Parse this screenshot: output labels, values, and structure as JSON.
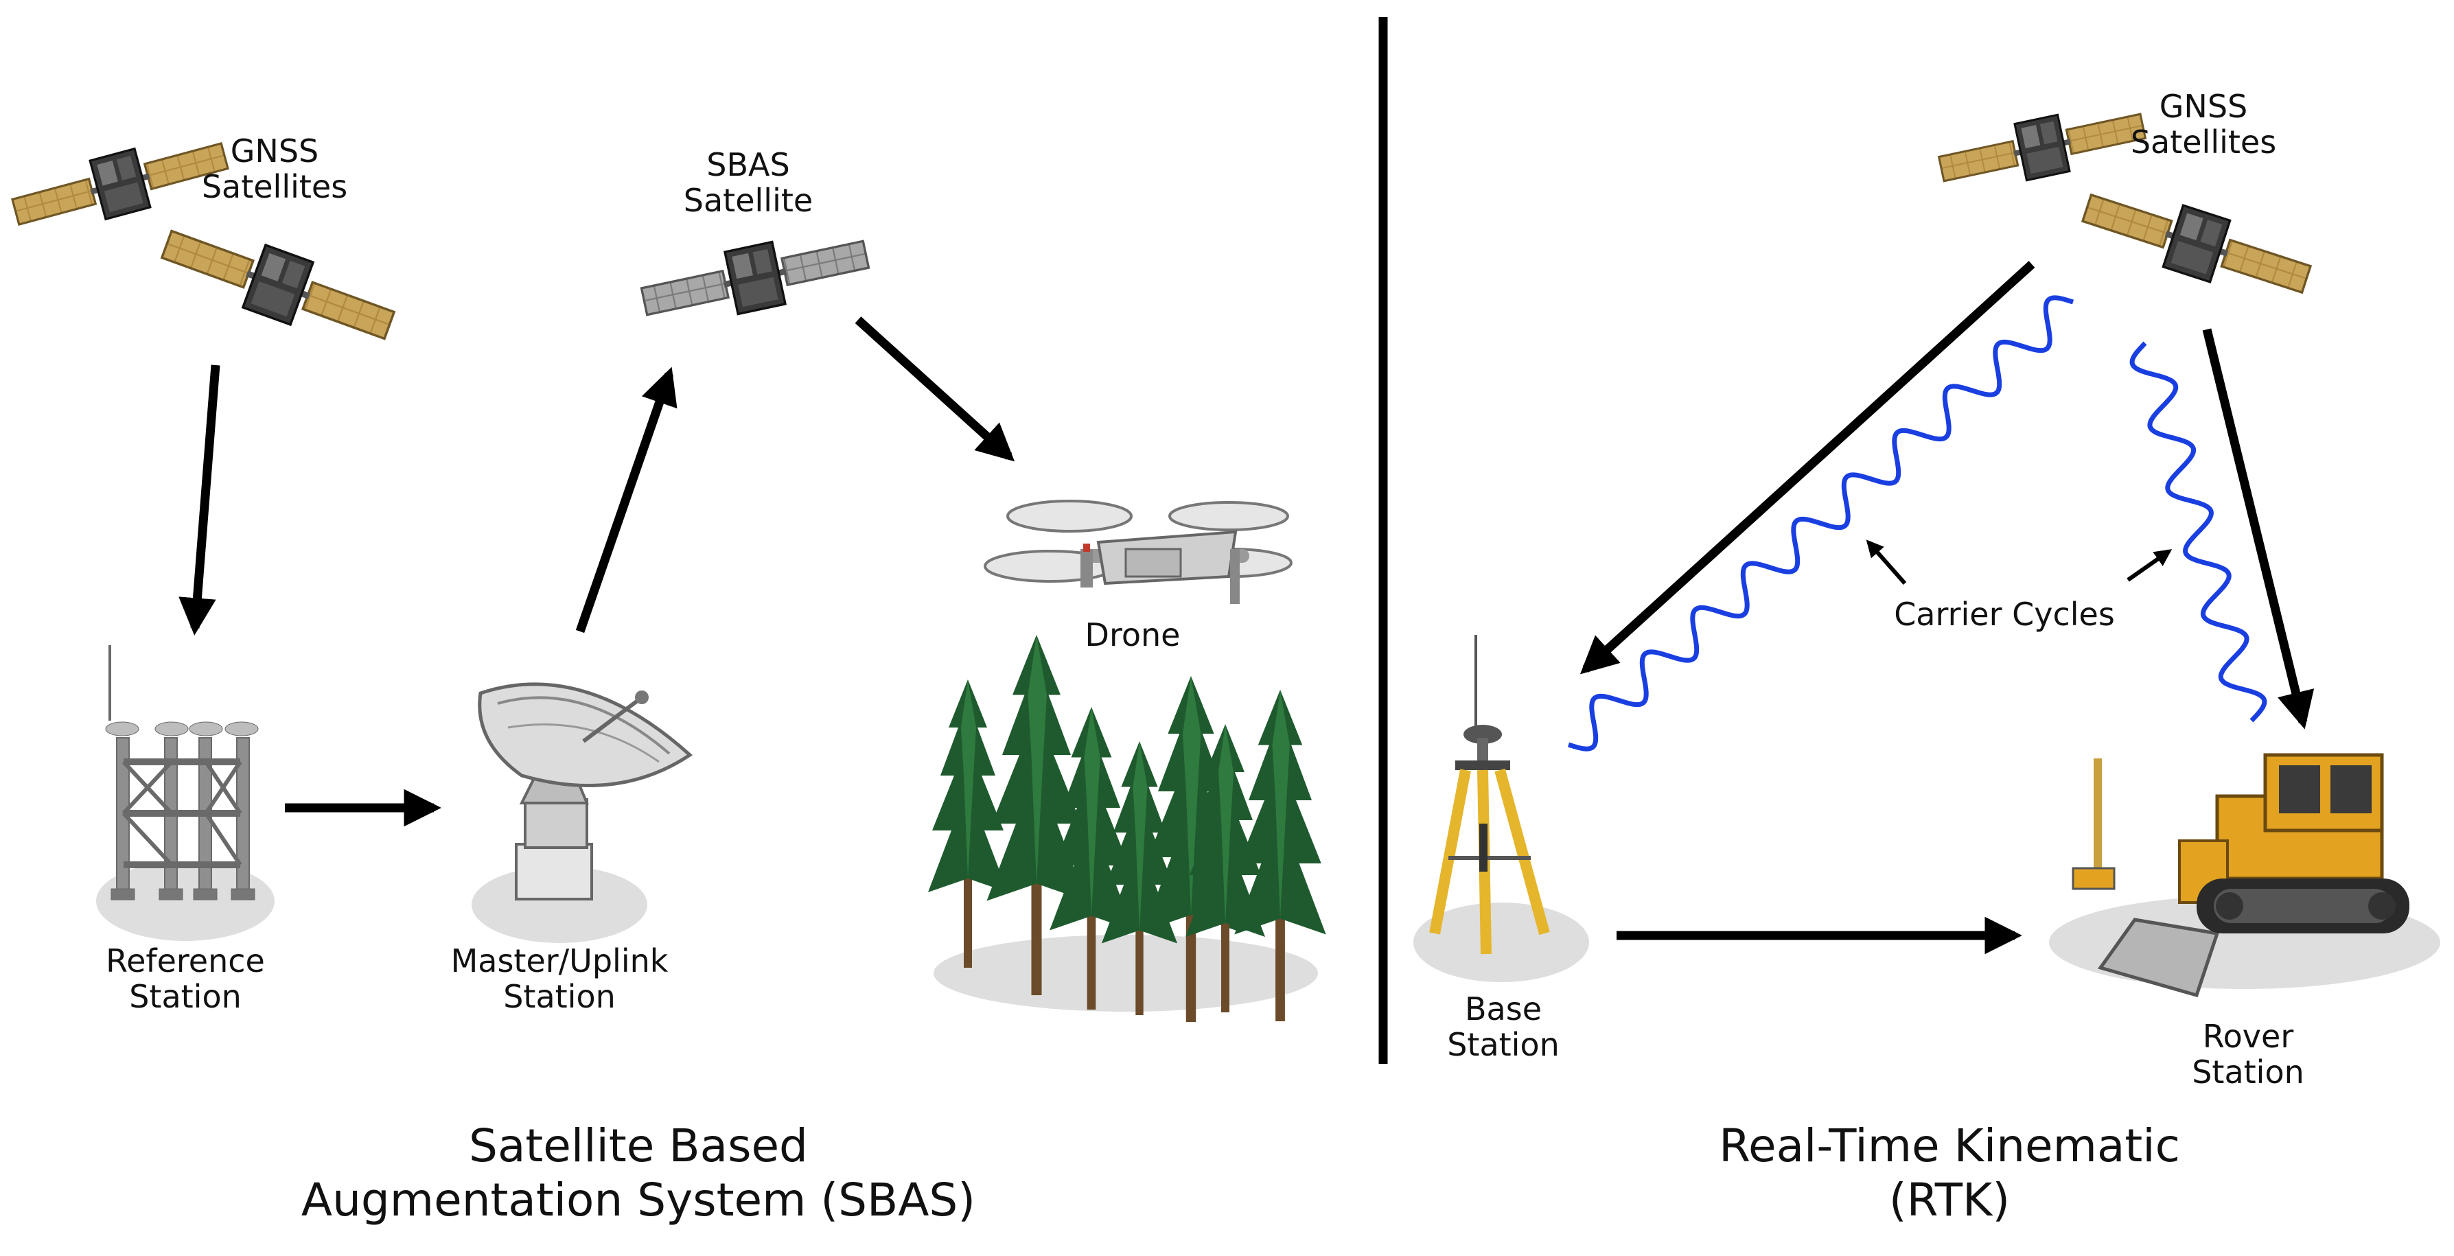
{
  "sbas": {
    "gnss_label": [
      "GNSS",
      "Satellites"
    ],
    "sbas_label": [
      "SBAS",
      "Satellite"
    ],
    "drone_label": [
      "Drone"
    ],
    "reference_label": [
      "Reference",
      "Station"
    ],
    "master_label": [
      "Master/Uplink",
      "Station"
    ],
    "title": [
      "Satellite Based",
      "Augmentation System (SBAS)"
    ]
  },
  "rtk": {
    "gnss_label": [
      "GNSS",
      "Satellites"
    ],
    "carrier_label": "Carrier Cycles",
    "base_label": [
      "Base",
      "Station"
    ],
    "rover_label": [
      "Rover",
      "Station"
    ],
    "title": [
      "Real-Time Kinematic",
      "(RTK)"
    ]
  },
  "colors": {
    "arrow": "#000000",
    "wave": "#1a3fe0",
    "panel_gold": "#b08a3e",
    "panel_grey": "#8e8e8e",
    "satellite_body": "#3a3a3a",
    "tree": "#1f5a2e",
    "trunk": "#6b4b2a",
    "tripod": "#e5b52c",
    "dozer": "#e3a321",
    "shadow": "#dedede"
  },
  "icons": [
    "satellite-icon",
    "drone-icon",
    "tree-icon",
    "antenna-tower-icon",
    "dish-antenna-icon",
    "tripod-antenna-icon",
    "bulldozer-icon"
  ]
}
